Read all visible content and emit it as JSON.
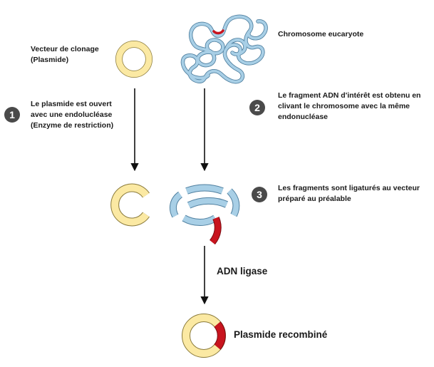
{
  "colors": {
    "plasmid_fill": "#fbe9a3",
    "plasmid_stroke": "#8a7a3a",
    "dna_blue": "#a8cfe6",
    "dna_blue_stroke": "#4f7f9f",
    "insert_red": "#c8141e",
    "arrow": "#111111",
    "badge": "#4a4a4a"
  },
  "labels": {
    "vector": [
      "Vecteur de clonage",
      "(Plasmide)"
    ],
    "chromosome": "Chromosome eucaryote",
    "ligase": "ADN ligase",
    "recombinant": "Plasmide recombiné"
  },
  "steps": [
    {
      "number": "1",
      "lines": [
        "Le plasmide est ouvert",
        "avec une endolucléase",
        "(Enzyme de restriction)"
      ]
    },
    {
      "number": "2",
      "lines": [
        "Le fragment ADN d'intérêt est obtenu en",
        "clivant le chromosome avec la même",
        "endonucléase"
      ]
    },
    {
      "number": "3",
      "lines": [
        "Les fragments sont ligaturés au vecteur",
        "préparé au préalable"
      ]
    }
  ]
}
